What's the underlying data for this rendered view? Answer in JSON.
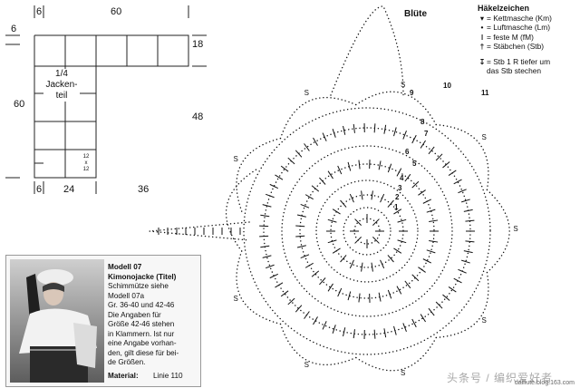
{
  "schematic": {
    "dims": {
      "top_6": "6",
      "top_60": "60",
      "left_6": "6",
      "left_60": "60",
      "right_18": "18",
      "right_48": "48",
      "bottom_6": "6",
      "bottom_24": "24",
      "bottom_36": "36"
    },
    "jacket_label_lines": [
      "1/4",
      "Jacken-",
      "teil"
    ],
    "grid_note_lines": [
      "12",
      "x",
      "12"
    ]
  },
  "model": {
    "title_line1": "Modell 07",
    "title_line2": "Kimonojacke (Titel)",
    "text_lines": [
      "Schimmütze siehe",
      "Modell 07a",
      "Gr. 36-40 und 42-46",
      "Die Angaben für",
      "Größe 42-46 stehen",
      "in Klammern. Ist nur",
      "eine Angabe vorhan-",
      "den, gilt diese für bei-",
      "de Größen."
    ],
    "material_label": "Material:",
    "material_value": "Linie 110"
  },
  "diagram": {
    "title": "Blüte",
    "round_numbers": [
      "1",
      "2",
      "3",
      "4",
      "5",
      "6",
      "7",
      "8",
      "9",
      "10",
      "11"
    ],
    "s_label": "S"
  },
  "legend": {
    "title": "Häkelzeichen",
    "items": [
      {
        "symbol": "▾",
        "label": "= Kettmasche (Km)"
      },
      {
        "symbol": "•",
        "label": "= Luftmasche (Lm)"
      },
      {
        "symbol": "ǀ",
        "label": "= feste M (fM)"
      },
      {
        "symbol": "†",
        "label": "= Stäbchen (Stb)"
      }
    ],
    "special_symbol": "↧",
    "special_lines": [
      "= Stb 1 R tiefer um",
      "das Stb stechen"
    ]
  },
  "watermark": "头条号 / 编织爱好者",
  "site": "dailiute.blog.163.com"
}
